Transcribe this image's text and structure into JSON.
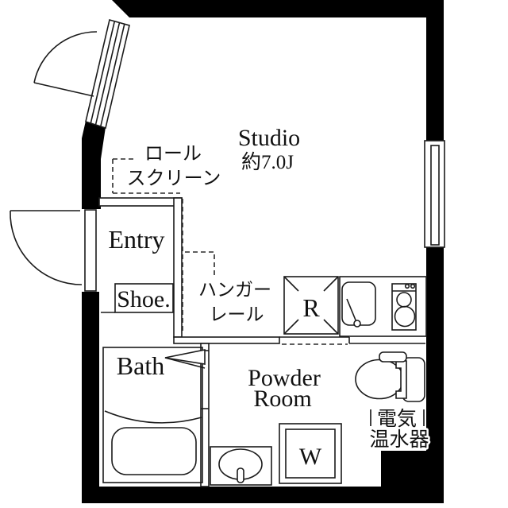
{
  "rooms": {
    "studio": {
      "name": "Studio",
      "area": "約7.0J"
    },
    "entry": {
      "name": "Entry"
    },
    "bath": {
      "name": "Bath"
    },
    "powder_room": {
      "name_line1": "Powder",
      "name_line2": "Room"
    }
  },
  "fixtures": {
    "shoe_cabinet": "Shoe.",
    "refrigerator": "R",
    "washing_machine": "W"
  },
  "annotations": {
    "roll_screen_line1": "ロール",
    "roll_screen_line2": "スクリーン",
    "hanger_rail_line1": "ハンガー",
    "hanger_rail_line2": "レール",
    "water_heater_line1": "電気",
    "water_heater_line2": "温水器"
  },
  "colors": {
    "wall": "#000000",
    "background": "#ffffff",
    "line": "#1a1a1a"
  }
}
